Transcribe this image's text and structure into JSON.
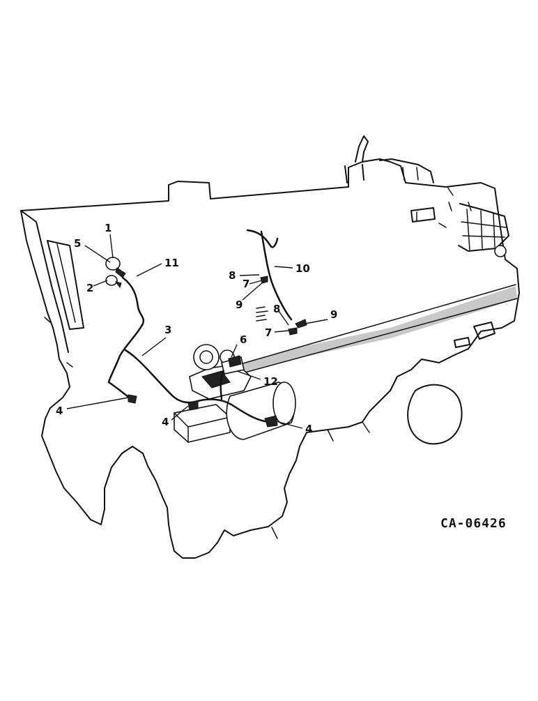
{
  "drawing_code": "CA-06426",
  "callouts": [
    {
      "id": "c1",
      "text": "1"
    },
    {
      "id": "c2",
      "text": "2"
    },
    {
      "id": "c3",
      "text": "3"
    },
    {
      "id": "c4a",
      "text": "4"
    },
    {
      "id": "c4b",
      "text": "4"
    },
    {
      "id": "c4c",
      "text": "4"
    },
    {
      "id": "c5",
      "text": "5"
    },
    {
      "id": "c6",
      "text": "6"
    },
    {
      "id": "c7a",
      "text": "7"
    },
    {
      "id": "c7b",
      "text": "7"
    },
    {
      "id": "c8a",
      "text": "8"
    },
    {
      "id": "c8b",
      "text": "8"
    },
    {
      "id": "c9a",
      "text": "9"
    },
    {
      "id": "c9b",
      "text": "9"
    },
    {
      "id": "c10",
      "text": "10"
    },
    {
      "id": "c11",
      "text": "11"
    },
    {
      "id": "c12",
      "text": "12"
    }
  ]
}
